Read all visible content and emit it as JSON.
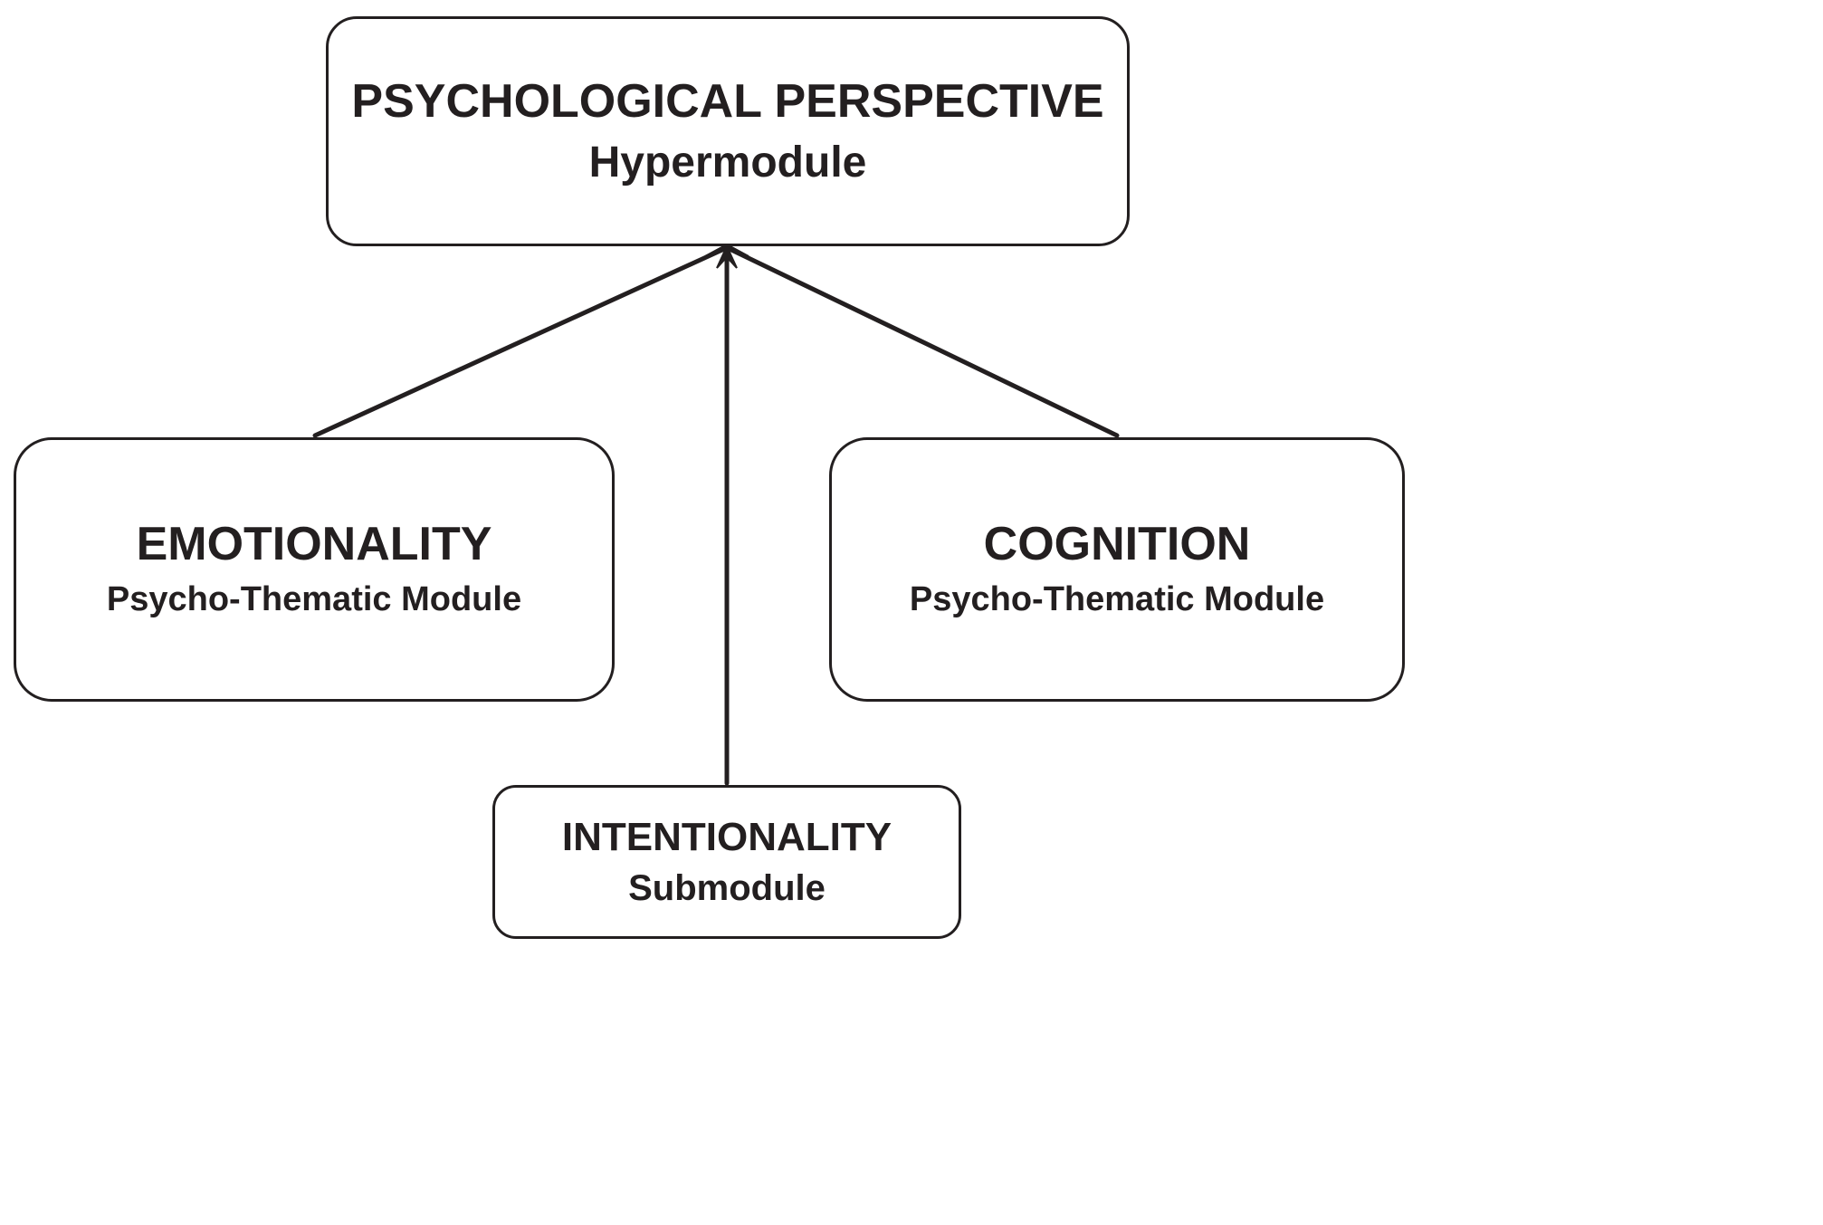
{
  "diagram": {
    "hypermodule": {
      "title": "PSYCHOLOGICAL PERSPECTIVE",
      "subtitle": "Hypermodule"
    },
    "modules": [
      {
        "title": "EMOTIONALITY",
        "subtitle": "Psycho-Thematic Module"
      },
      {
        "title": "COGNITION",
        "subtitle": "Psycho-Thematic Module"
      }
    ],
    "submodule": {
      "title": "INTENTIONALITY",
      "subtitle": "Submodule"
    },
    "edges": [
      {
        "from": "EMOTIONALITY",
        "to": "PSYCHOLOGICAL PERSPECTIVE"
      },
      {
        "from": "INTENTIONALITY",
        "to": "PSYCHOLOGICAL PERSPECTIVE"
      },
      {
        "from": "COGNITION",
        "to": "PSYCHOLOGICAL PERSPECTIVE"
      }
    ],
    "colors": {
      "stroke": "#231f20",
      "background": "#ffffff"
    }
  }
}
